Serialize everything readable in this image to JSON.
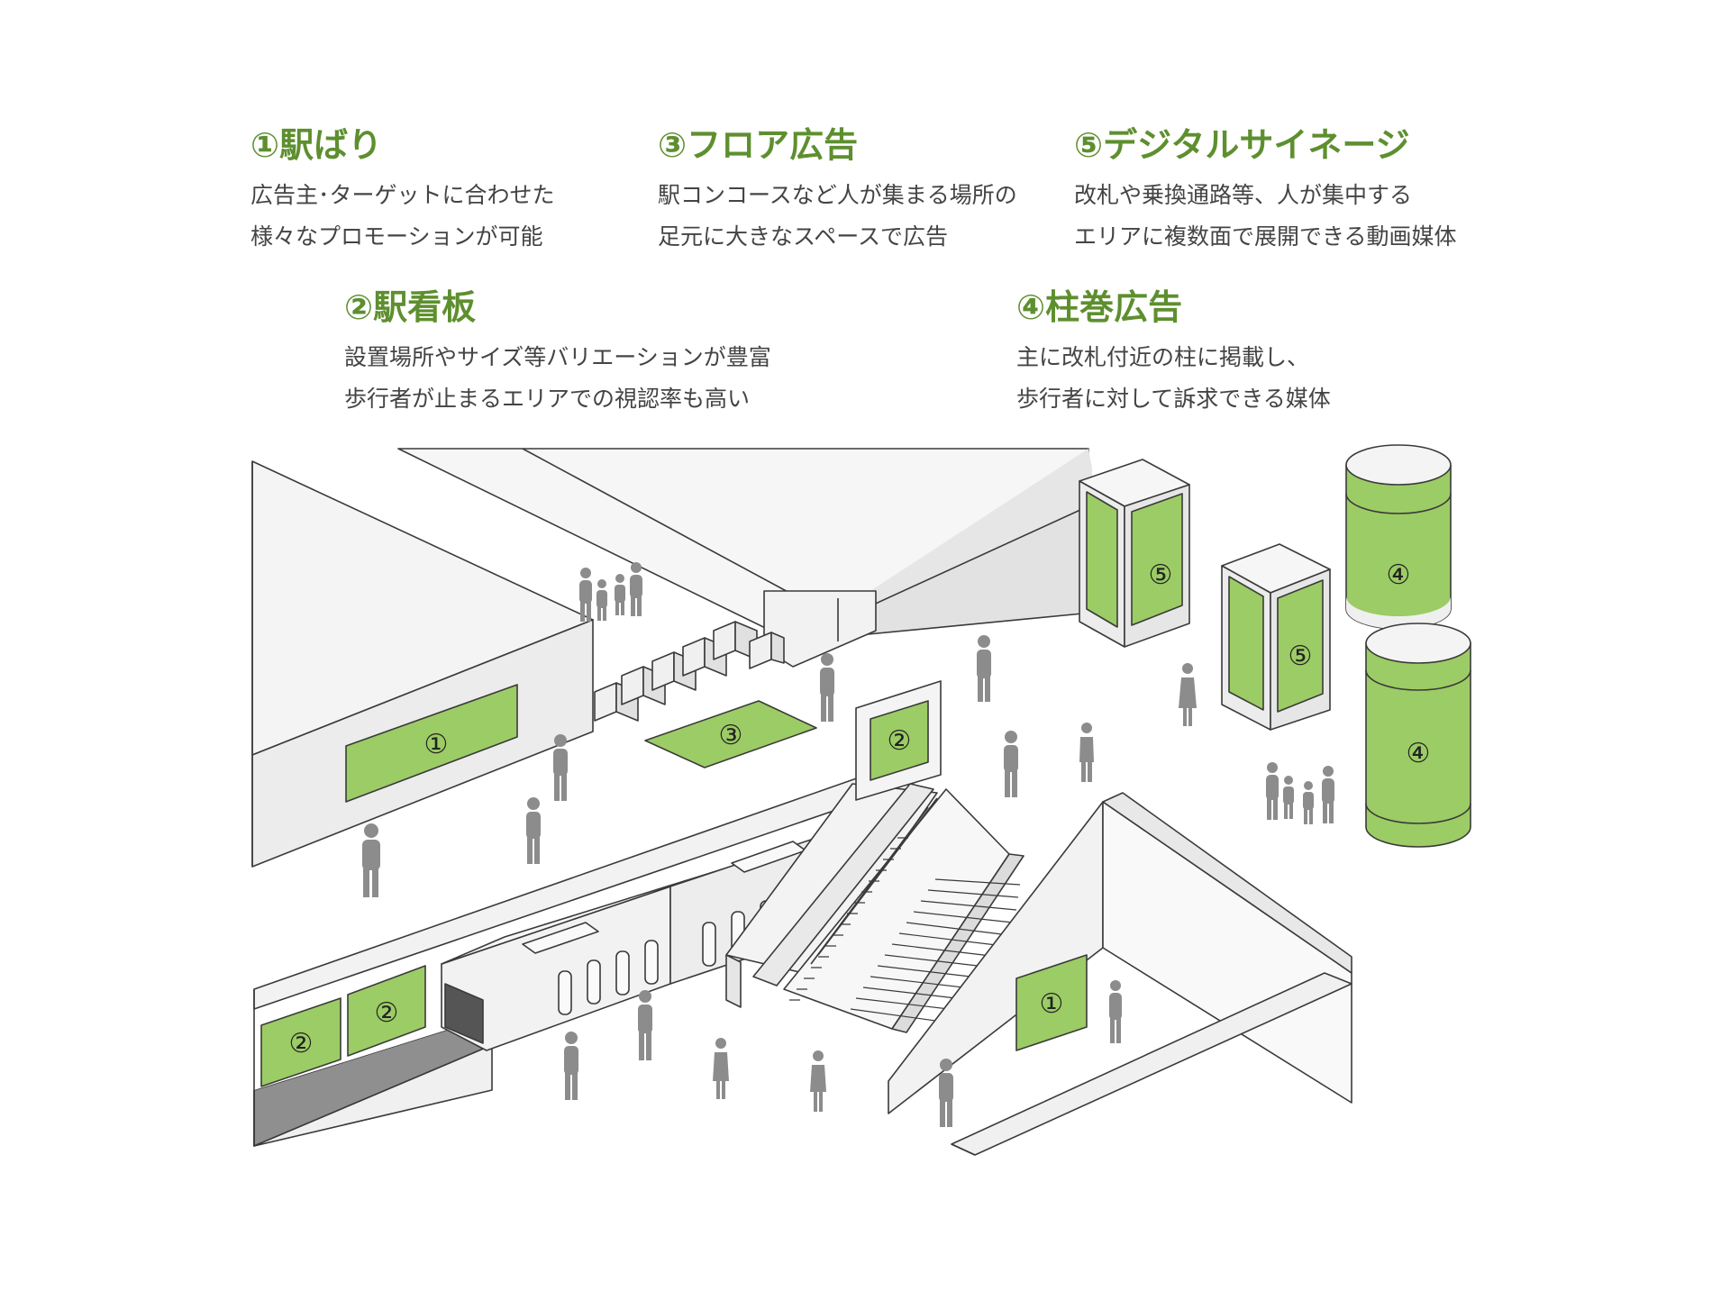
{
  "colors": {
    "accent": "#5e8f2f",
    "ad_fill": "#9ccc65",
    "structure_fill": "#efefef",
    "structure_stroke": "#3a3a3a",
    "person": "#8c8c8c",
    "track": "#8f8f8f"
  },
  "legend": [
    {
      "id": "1",
      "title": "①駅ばり",
      "lines": [
        "広告主･ターゲットに合わせた",
        "様々なプロモーションが可能"
      ]
    },
    {
      "id": "2",
      "title": "②駅看板",
      "lines": [
        "設置場所やサイズ等バリエーションが豊富",
        "歩行者が止まるエリアでの視認率も高い"
      ]
    },
    {
      "id": "3",
      "title": "③フロア広告",
      "lines": [
        "駅コンコースなど人が集まる場所の",
        "足元に大きなスペースで広告"
      ]
    },
    {
      "id": "4",
      "title": "④柱巻広告",
      "lines": [
        "主に改札付近の柱に掲載し、",
        "歩行者に対して訴求できる媒体"
      ]
    },
    {
      "id": "5",
      "title": "⑤デジタルサイネージ",
      "lines": [
        "改札や乗換通路等、人が集中する",
        "エリアに複数面で展開できる動画媒体"
      ]
    }
  ],
  "markers": {
    "wall_poster_left": "①",
    "wall_poster_right": "①",
    "sign_escalator": "②",
    "sign_platform_a": "②",
    "sign_platform_b": "②",
    "floor_ad": "③",
    "pillar_top": "④",
    "pillar_bottom": "④",
    "signage_back": "⑤",
    "signage_front": "⑤"
  }
}
